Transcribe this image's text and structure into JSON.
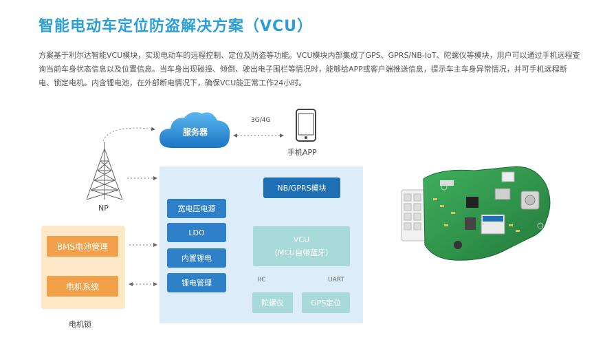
{
  "title": "智能电动车定位防盗解决方案（VCU）",
  "description": "方案基于利尔达智能VCU模块，实现电动车的远程控制、定位及防盗等功能。VCU模块内部集成了GPS、GPRS/NB-IoT、陀螺仪等模块，用户可以通过手机远程查询当前车身状态信息以及位置信息。当车身出现碰撞、倾倒、驶出电子围栏等情况时，能够给APP或客户端推送信息，提示车主车身异常情况，并可手机远程断电、锁定电机。内含锂电池，在外部断电情况下，确保VCU能正常工作24小时。",
  "diagram": {
    "cloud_label": "服务器",
    "network_label": "3G/4G",
    "phone_label": "手机APP",
    "tower_label": "NP",
    "nb_module": "NB/GPRS模块",
    "vcu_title": "VCU",
    "vcu_subtitle": "（MCU自带蓝牙）",
    "power_items": [
      "宽电压电源",
      "LDO",
      "内置锂电",
      "锂电管理"
    ],
    "gyro_label": "陀螺仪",
    "gps_label": "GPS定位",
    "iic_label": "IIC",
    "uart_label": "UART",
    "bms_label": "BMS电池管理",
    "motor_label": "电机系统",
    "motor_lock_label": "电机锁"
  },
  "colors": {
    "title": "#2b9fd8",
    "cloud": "#2a8bd6",
    "dark_button": "#1f6fb5",
    "mid_button": "#2e80c8",
    "teal": "#a9dada",
    "orange": "#f2a14a",
    "panel": "#dcecf8",
    "peach": "#fde8c8",
    "pcb": "#2f9a4e"
  }
}
